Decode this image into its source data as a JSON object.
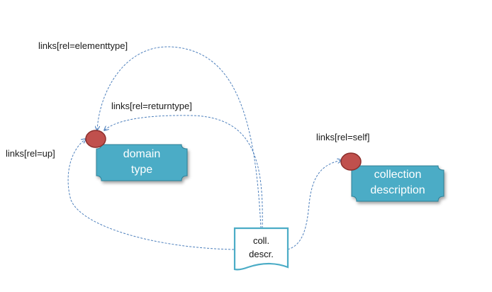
{
  "colors": {
    "box_fill": "#4bacc6",
    "box_stroke": "#2f7f95",
    "dot_fill": "#c0504d",
    "dot_stroke": "#8c2f2c",
    "edge_stroke": "#4f81bd",
    "doc_stroke": "#4bacc6"
  },
  "nodes": {
    "domain_type": {
      "line1": "domain",
      "line2": "type"
    },
    "collection_description": {
      "line1": "collection",
      "line2": "description"
    },
    "coll_descr": {
      "line1": "coll.",
      "line2": "descr."
    }
  },
  "edges": {
    "elementtype": {
      "label": "links[rel=elementtype]"
    },
    "returntype": {
      "label": "links[rel=returntype]"
    },
    "up": {
      "label": "links[rel=up]"
    },
    "self": {
      "label": "links[rel=self]"
    }
  }
}
